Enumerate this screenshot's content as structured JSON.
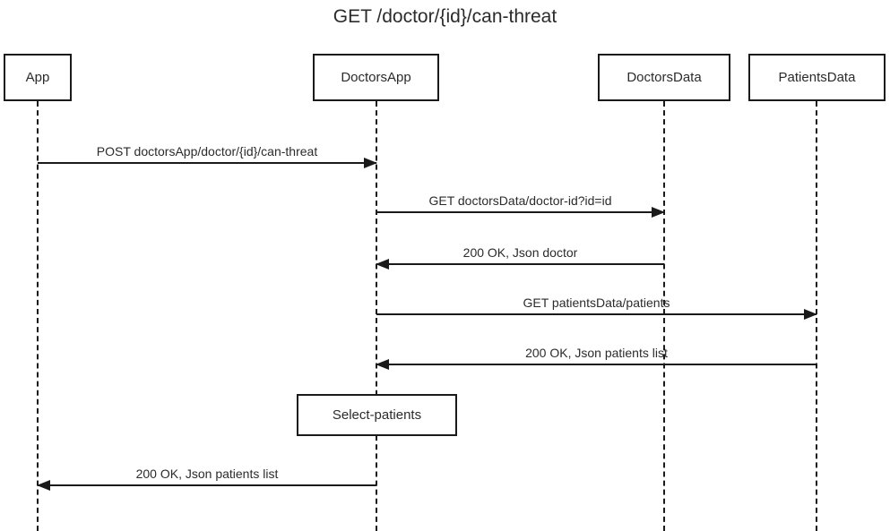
{
  "diagram": {
    "title": "GET /doctor/{id}/can-threat",
    "actors": [
      {
        "id": "app",
        "name": "App"
      },
      {
        "id": "doctors-app",
        "name": "DoctorsApp"
      },
      {
        "id": "doctors-data",
        "name": "DoctorsData"
      },
      {
        "id": "patients-data",
        "name": "PatientsData"
      }
    ],
    "messages": [
      {
        "from": "App",
        "to": "DoctorsApp",
        "direction": "right",
        "label": "POST doctorsApp/doctor/{id}/can-threat"
      },
      {
        "from": "DoctorsApp",
        "to": "DoctorsData",
        "direction": "right",
        "label": "GET doctorsData/doctor-id?id=id"
      },
      {
        "from": "DoctorsData",
        "to": "DoctorsApp",
        "direction": "left",
        "label": "200 OK, Json doctor"
      },
      {
        "from": "DoctorsApp",
        "to": "PatientsData",
        "direction": "right",
        "label": "GET patientsData/patients"
      },
      {
        "from": "PatientsData",
        "to": "DoctorsApp",
        "direction": "left",
        "label": "200 OK, Json patients list"
      },
      {
        "from": "DoctorsApp",
        "to": "App",
        "direction": "left",
        "label": "200 OK, Json patients list"
      }
    ],
    "self_action": {
      "actor": "DoctorsApp",
      "label": "Select-patients"
    },
    "colors": {
      "line": "#1a1a1a",
      "background": "#ffffff",
      "text": "#2b2b2b"
    }
  }
}
